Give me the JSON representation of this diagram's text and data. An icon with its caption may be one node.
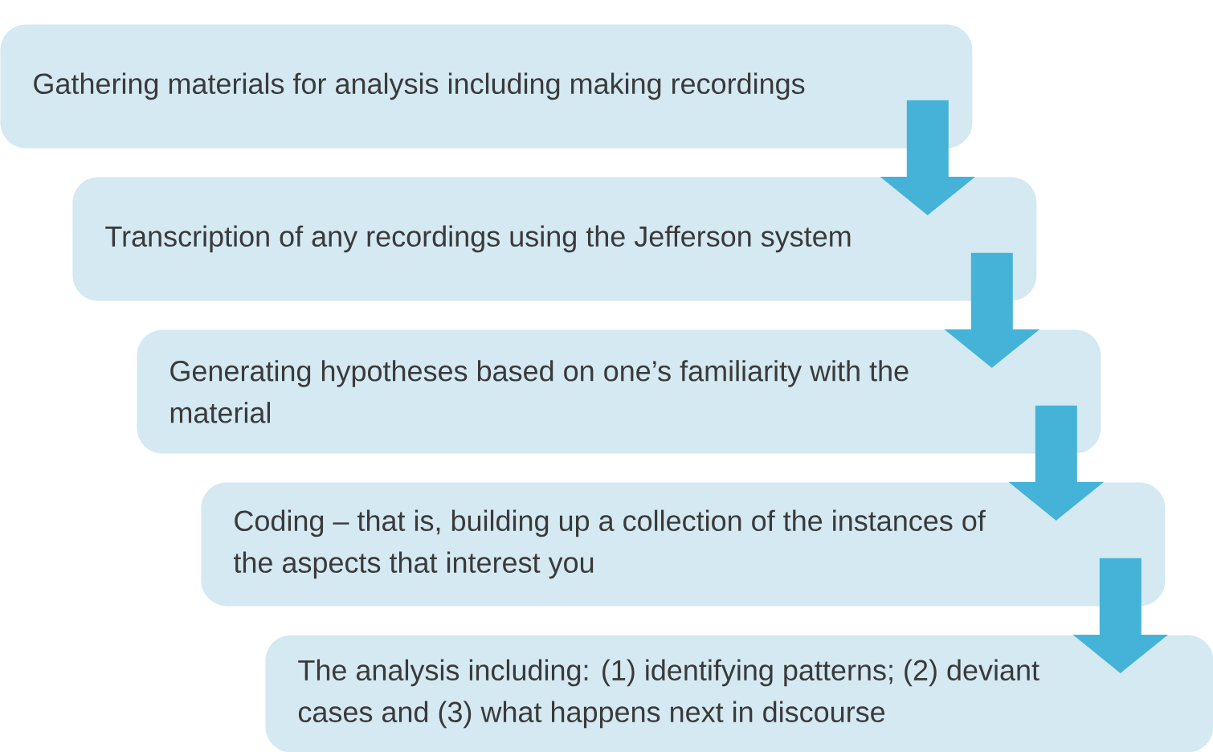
{
  "diagram": {
    "nodes": [
      {
        "text": [
          "Gathering materials for analysis including making recordings"
        ]
      },
      {
        "text": [
          "Transcription of any recordings using the Jefferson system"
        ]
      },
      {
        "text": [
          "Generating hypotheses based on one’s familiarity with the material"
        ]
      },
      {
        "text": [
          "Coding – that is, building up a collection of the instances of the aspects that interest you"
        ]
      },
      {
        "text": [
          "The analysis including: (1) identifying patterns; (2) deviant cases and (3) what happens next in discourse"
        ]
      }
    ],
    "edges": [
      {
        "from": 0,
        "to": 1,
        "arrow": "to"
      },
      {
        "from": 1,
        "to": 2,
        "arrow": "to"
      },
      {
        "from": 2,
        "to": 3,
        "arrow": "to"
      },
      {
        "from": 3,
        "to": 4,
        "arrow": "to"
      }
    ]
  }
}
